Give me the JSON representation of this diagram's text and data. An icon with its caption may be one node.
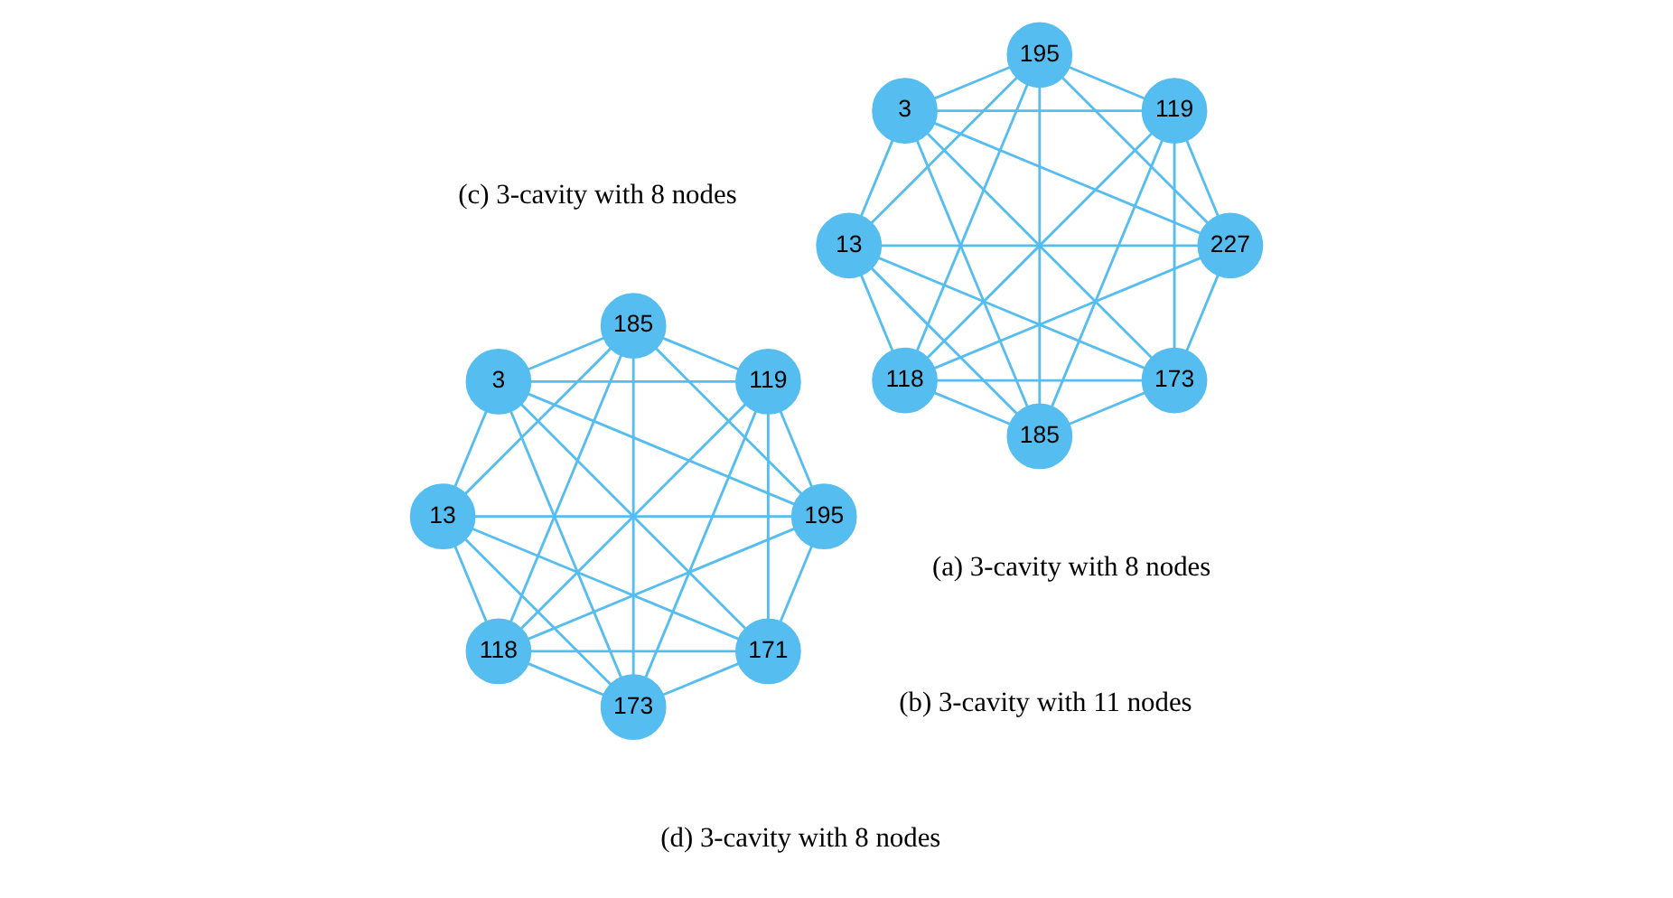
{
  "diagram": {
    "nodes": [
      {
        "text": [
          "171"
        ]
      },
      {
        "text": [
          "13"
        ]
      },
      {
        "text": [
          "3"
        ]
      },
      {
        "text": [
          "195"
        ]
      },
      {
        "text": [
          "185"
        ]
      },
      {
        "text": [
          "119"
        ]
      },
      {
        "text": [
          "118"
        ]
      },
      {
        "text": [
          "173"
        ]
      },
      {
        "text": [
          "173"
        ]
      },
      {
        "text": [
          "13"
        ]
      },
      {
        "text": [
          "3"
        ]
      },
      {
        "text": [
          "227"
        ]
      },
      {
        "text": [
          "195"
        ]
      },
      {
        "text": [
          "119"
        ]
      },
      {
        "text": [
          "118"
        ]
      },
      {
        "text": [
          "185"
        ]
      }
    ],
    "edges": [
      {
        "from": 0,
        "to": 1,
        "arrow": "none"
      },
      {
        "from": 1,
        "to": 2,
        "arrow": "none"
      },
      {
        "from": 2,
        "to": 3,
        "arrow": "none"
      },
      {
        "from": 3,
        "to": 4,
        "arrow": "none"
      },
      {
        "from": 4,
        "to": 5,
        "arrow": "none"
      },
      {
        "from": 5,
        "to": 6,
        "arrow": "none"
      },
      {
        "from": 6,
        "to": 7,
        "arrow": "none"
      },
      {
        "from": 7,
        "to": 0,
        "arrow": "none"
      },
      {
        "from": 0,
        "to": 2,
        "arrow": "none"
      },
      {
        "from": 1,
        "to": 3,
        "arrow": "none"
      },
      {
        "from": 2,
        "to": 4,
        "arrow": "none"
      },
      {
        "from": 3,
        "to": 5,
        "arrow": "none"
      },
      {
        "from": 4,
        "to": 6,
        "arrow": "none"
      },
      {
        "from": 5,
        "to": 7,
        "arrow": "none"
      },
      {
        "from": 6,
        "to": 0,
        "arrow": "none"
      },
      {
        "from": 7,
        "to": 1,
        "arrow": "none"
      },
      {
        "from": 0,
        "to": 3,
        "arrow": "none"
      },
      {
        "from": 1,
        "to": 4,
        "arrow": "none"
      },
      {
        "from": 2,
        "to": 5,
        "arrow": "none"
      },
      {
        "from": 3,
        "to": 6,
        "arrow": "none"
      },
      {
        "from": 4,
        "to": 7,
        "arrow": "none"
      },
      {
        "from": 5,
        "to": 0,
        "arrow": "none"
      },
      {
        "from": 6,
        "to": 1,
        "arrow": "none"
      },
      {
        "from": 7,
        "to": 2,
        "arrow": "none"
      },
      {
        "from": 8,
        "to": 9,
        "arrow": "none"
      },
      {
        "from": 9,
        "to": 10,
        "arrow": "none"
      },
      {
        "from": 10,
        "to": 11,
        "arrow": "none"
      },
      {
        "from": 11,
        "to": 12,
        "arrow": "none"
      },
      {
        "from": 12,
        "to": 13,
        "arrow": "none"
      },
      {
        "from": 13,
        "to": 14,
        "arrow": "none"
      },
      {
        "from": 14,
        "to": 15,
        "arrow": "none"
      },
      {
        "from": 15,
        "to": 8,
        "arrow": "none"
      },
      {
        "from": 8,
        "to": 10,
        "arrow": "none"
      },
      {
        "from": 9,
        "to": 11,
        "arrow": "none"
      },
      {
        "from": 10,
        "to": 12,
        "arrow": "none"
      },
      {
        "from": 11,
        "to": 13,
        "arrow": "none"
      },
      {
        "from": 12,
        "to": 14,
        "arrow": "none"
      },
      {
        "from": 13,
        "to": 15,
        "arrow": "none"
      },
      {
        "from": 14,
        "to": 8,
        "arrow": "none"
      },
      {
        "from": 15,
        "to": 9,
        "arrow": "none"
      },
      {
        "from": 8,
        "to": 11,
        "arrow": "none"
      },
      {
        "from": 9,
        "to": 12,
        "arrow": "none"
      },
      {
        "from": 10,
        "to": 13,
        "arrow": "none"
      },
      {
        "from": 11,
        "to": 14,
        "arrow": "none"
      },
      {
        "from": 12,
        "to": 15,
        "arrow": "none"
      },
      {
        "from": 13,
        "to": 8,
        "arrow": "none"
      },
      {
        "from": 14,
        "to": 9,
        "arrow": "none"
      },
      {
        "from": 15,
        "to": 10,
        "arrow": "none"
      }
    ],
    "labels": [
      "(a) 3-cavity with 8 nodes",
      "(b) 3-cavity with 11 nodes",
      "(c) 3-cavity with 8 nodes",
      "(d) 3-cavity with 8 nodes"
    ]
  }
}
